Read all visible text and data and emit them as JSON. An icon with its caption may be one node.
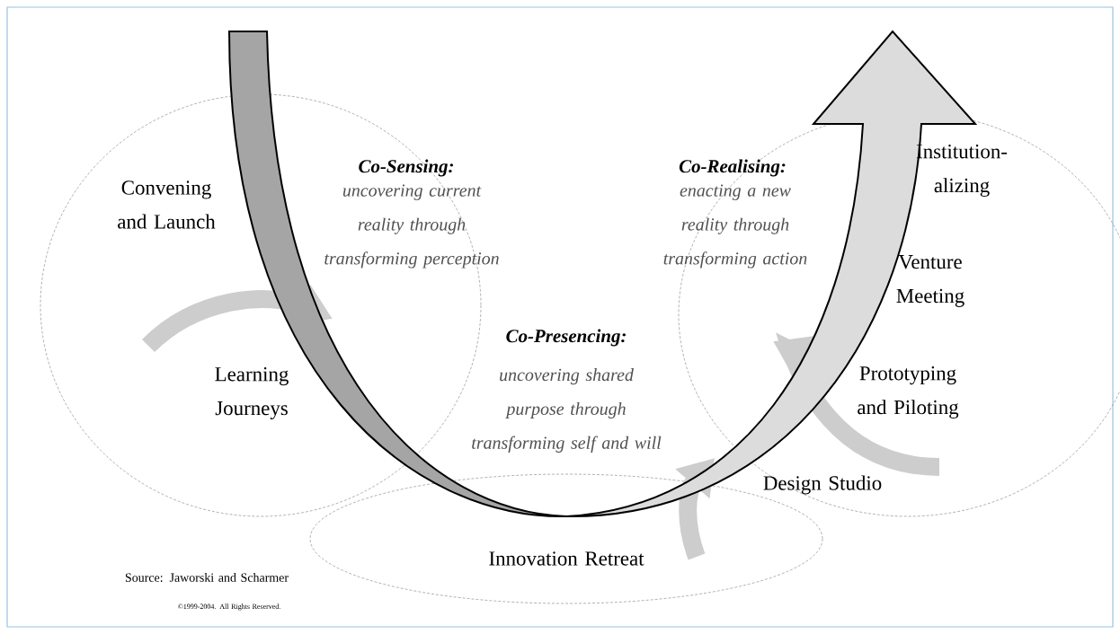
{
  "diagram": {
    "labels": [
      "Co-Sensing:",
      "uncovering current reality through transforming perception",
      "Co-Realising:",
      "enacting a new reality through transforming action",
      "Institution-alizing",
      "Convening and Launch",
      "Venture Meeting",
      "Learning Journeys",
      "Co-Presencing:",
      "uncovering shared purpose through transforming self and will",
      "Prototyping and Piloting",
      "Design Studio",
      "Innovation Retreat",
      "Source: Jaworski and Scharmer",
      "©1999-2004. All Rights Reserved."
    ]
  }
}
